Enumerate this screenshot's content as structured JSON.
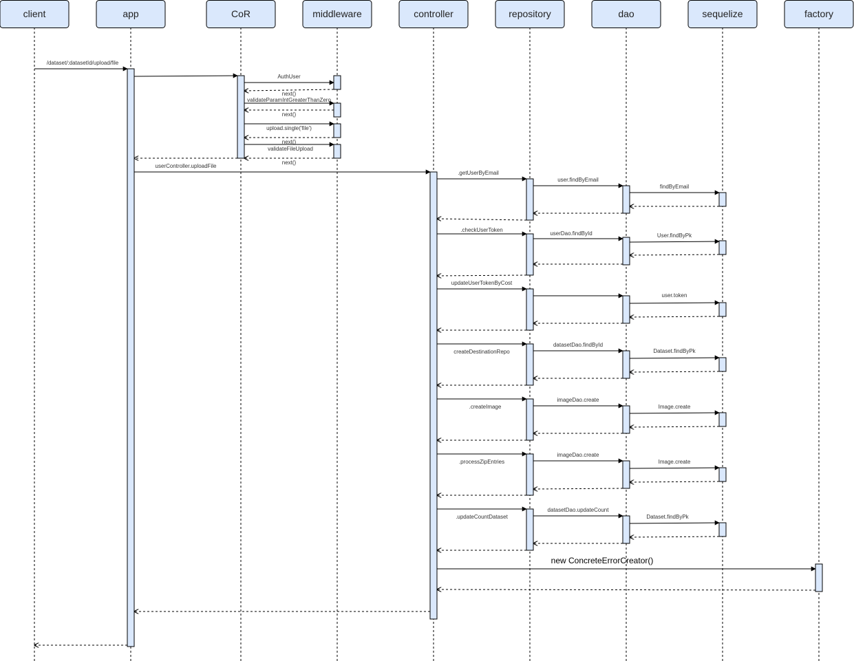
{
  "colors": {
    "header_fill": "#dae8fc",
    "activation_fill": "#dae8fc",
    "stroke": "#000000"
  },
  "participants": [
    "client",
    "app",
    "CoR",
    "middleware",
    "controller",
    "repository",
    "dao",
    "sequelize",
    "factory"
  ],
  "messages": [
    "/dataset/:datasetId/upload/file",
    "AuthUser",
    "next()",
    "validateParamIntGreaterThanZero",
    "next()",
    "upload.single('file')",
    "next()",
    "validateFileUpload",
    "next()",
    "userController.uploadFile",
    ".getUserByEmail",
    "user.findByEmail",
    "findByEmail",
    ".checkUserToken",
    "userDao.findById",
    "User.findByPk",
    "updateUserTokenByCost",
    "user.token",
    "createDestinationRepo",
    "datasetDao.findById",
    "Dataset.findByPk",
    ".createImage",
    "imageDao.create",
    "Image.create",
    ".processZipEntries",
    "imageDao.create",
    "Image.create",
    ".updateCountDataset",
    "datasetDao.updateCount",
    "Dataset.findByPk",
    "new ConcreteErrorCreator()"
  ]
}
